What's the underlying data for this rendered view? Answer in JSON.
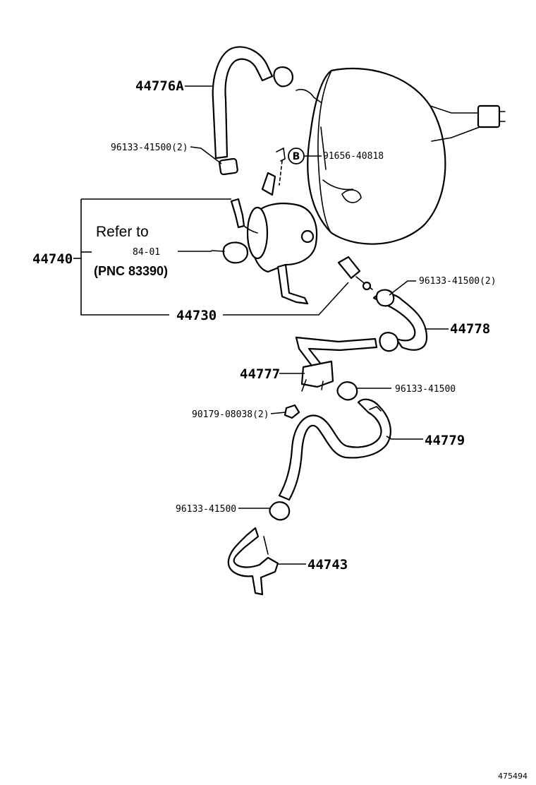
{
  "labels": {
    "p44776a": "44776A",
    "p96133_top": "96133-41500(2)",
    "p91656": "91656-40818",
    "circle_b": "B",
    "refer_to": "Refer to",
    "refer_page": "84-01",
    "refer_pnc": "(PNC 83390)",
    "p44740": "44740",
    "p44730": "44730",
    "p96133_right": "96133-41500(2)",
    "p44778": "44778",
    "p44777": "44777",
    "p96133_mid": "96133-41500",
    "p90179": "90179-08038(2)",
    "p44779": "44779",
    "p96133_low": "96133-41500",
    "p44743": "44743",
    "figure_number": "475494"
  }
}
